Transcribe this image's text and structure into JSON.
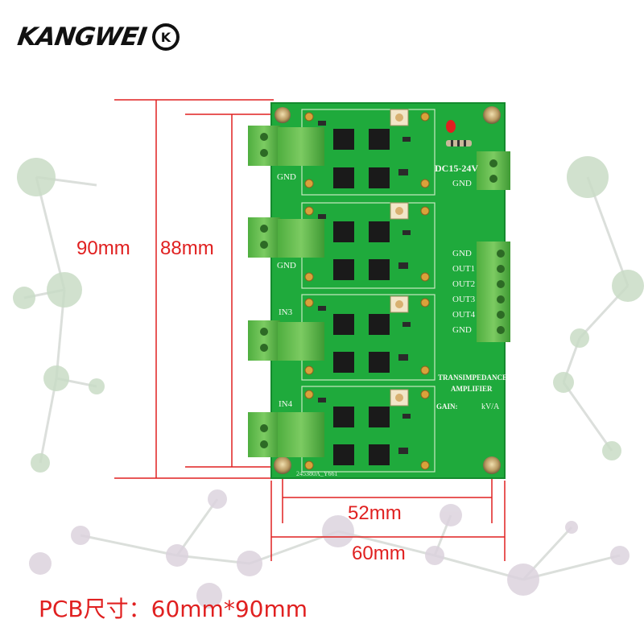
{
  "brand": {
    "name": "KANGWEI",
    "badge": "K"
  },
  "dimensions": {
    "outer_height": "90mm",
    "inner_height": "88mm",
    "hole_spacing": "52mm",
    "board_width": "60mm"
  },
  "board": {
    "power_label": "DC15-24V",
    "power_gnd": "GND",
    "left_gnd_1": "GND",
    "left_gnd_2": "GND",
    "in3": "IN3",
    "in4": "IN4",
    "outputs": [
      "GND",
      "OUT1",
      "OUT2",
      "OUT3",
      "OUT4",
      "GND"
    ],
    "title_line1": "TRANSIMPEDANCE",
    "title_line2": "AMPLIFIER",
    "gain_label": "GAIN:",
    "gain_unit": "kV/A",
    "part_no": "245380A_Y661"
  },
  "caption": "PCB尺寸：60mm*90mm",
  "colors": {
    "dimension": "#e02020",
    "pcb": "#1fa53a",
    "terminal": "#5dbb4a"
  }
}
